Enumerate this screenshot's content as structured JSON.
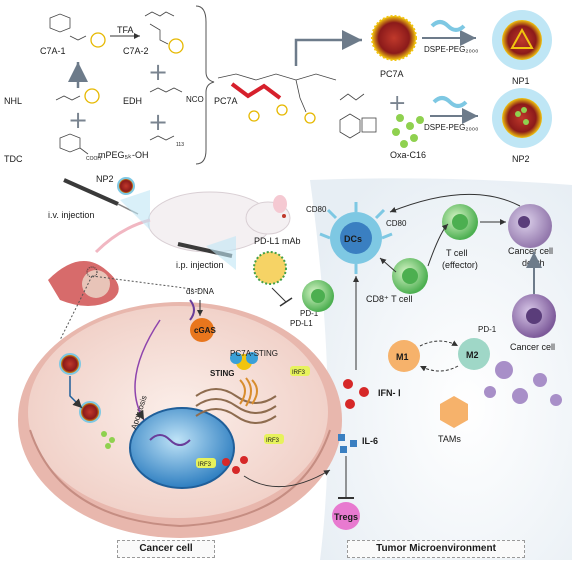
{
  "synthesis": {
    "c7a1": "C7A-1",
    "tfa": "TFA",
    "c7a2": "C7A-2",
    "nhl": "NHL",
    "edh": "EDH",
    "tdc": "TDC",
    "mpeg": "mPEG₅ₖ-OH",
    "nco": "NCO",
    "pc7a_polymer": "PC7A",
    "pc7a_np": "PC7A",
    "dspe1": "DSPE-PEG₂₀₀₀",
    "dspe2": "DSPE-PEG₂₀₀₀",
    "np1": "NP1",
    "np2": "NP2",
    "oxa": "Oxa-C16",
    "cooh": "COOH",
    "n113": "113"
  },
  "mouse": {
    "np2": "NP2",
    "iv": "i.v. injection",
    "ip": "i.p. injection",
    "pdl1mab": "PD-L1 mAb",
    "pd1": "PD-1",
    "pdl1": "PD-L1"
  },
  "cell": {
    "dsdna": "ds-DNA",
    "cgas": "cGAS",
    "pc7asting": "PC7A-STING",
    "sting": "STING",
    "apoptosis": "Apoptosis",
    "irf3a": "IRF3",
    "irf3b": "IRF3",
    "irf3c": "IRF3",
    "panel": "Cancer cell"
  },
  "tme": {
    "cd80a": "CD80",
    "cd80b": "CD80",
    "dcs": "DCs",
    "tcell1": "T cell",
    "tcell2": "(effector)",
    "death1": "Cancer cell",
    "death2": "death",
    "cd8": "CD8⁺ T cell",
    "cancercell": "Cancer cell",
    "pd1": "PD-1",
    "m1": "M1",
    "m2": "M2",
    "ifn": "IFN- Ⅰ",
    "il6": "IL-6",
    "tams": "TAMs",
    "tregs": "Tregs",
    "panel": "Tumor Microenvironment"
  }
}
